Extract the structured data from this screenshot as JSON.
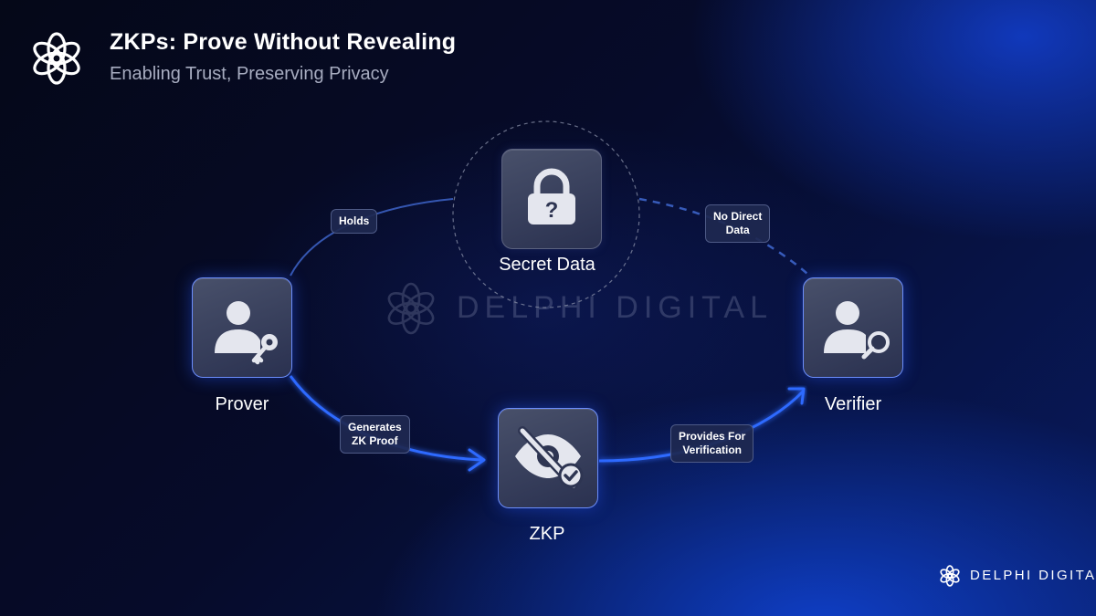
{
  "header": {
    "title": "ZKPs: Prove Without Revealing",
    "subtitle": "Enabling Trust, Preserving Privacy",
    "logo_icon": "delphi-flower-logo-icon"
  },
  "diagram": {
    "nodes": [
      {
        "id": "secret",
        "label": "Secret Data",
        "icon": "lock-question-icon"
      },
      {
        "id": "prover",
        "label": "Prover",
        "icon": "user-key-icon"
      },
      {
        "id": "zkp",
        "label": "ZKP",
        "icon": "eye-slash-check-icon"
      },
      {
        "id": "verifier",
        "label": "Verifier",
        "icon": "user-search-icon"
      }
    ],
    "edges": [
      {
        "from": "prover",
        "to": "secret",
        "label": "Holds",
        "style": "solid"
      },
      {
        "from": "secret",
        "to": "verifier",
        "label": "No Direct\nData",
        "style": "dashed"
      },
      {
        "from": "prover",
        "to": "zkp",
        "label": "Generates\nZK Proof",
        "style": "solid-arrow"
      },
      {
        "from": "zkp",
        "to": "verifier",
        "label": "Provides For\nVerification",
        "style": "solid-arrow"
      }
    ]
  },
  "watermark": {
    "text": "DELPHI DIGITAL"
  },
  "footer": {
    "brand": "DELPHI DIGITAL",
    "logo_icon": "delphi-flower-logo-icon"
  },
  "colors": {
    "accent": "#2f6bff",
    "node_border": "#6b8dfc",
    "subtitle": "#a7acc0",
    "background": "#060b2a"
  }
}
